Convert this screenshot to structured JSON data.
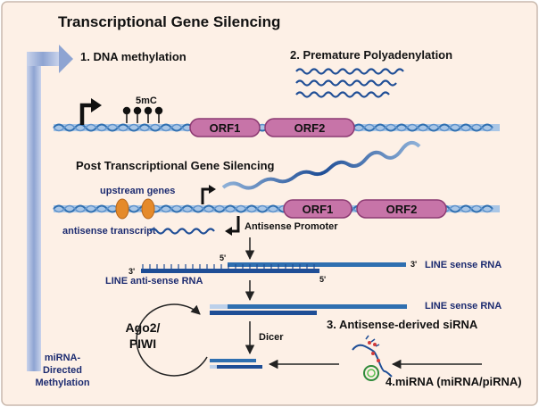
{
  "title": "Transcriptional Gene Silencing",
  "step1": "1. DNA methylation",
  "mark_5mc": "5mC",
  "step2": "2. Premature Polyadenylation",
  "orf1": "ORF1",
  "orf2": "ORF2",
  "ptgs_title": "Post Transcriptional Gene Silencing",
  "upstream_genes": "upstream genes",
  "antisense_transcript": "antisense transcript",
  "antisense_promoter": "Antisense Promoter",
  "five_prime": "5'",
  "three_prime": "3'",
  "line_sense_rna": "LINE sense RNA",
  "line_antisense_rna": "LINE anti-sense RNA",
  "ago2": "Ago2/",
  "piwi": "PIWI",
  "dicer": "Dicer",
  "step3": "3. Antisense-derived siRNA",
  "step4": "4.miRNA (miRNA/piRNA)",
  "mirna_label_1": "miRNA-",
  "mirna_label_2": "Directed",
  "mirna_label_3": "Methylation",
  "colors": {
    "panel": "#fdf0e6",
    "arrow_blue": "#9aaed6",
    "dna_blue": "#2f6fb0",
    "orf_fill": "#c774a8",
    "orf_stroke": "#8c3a72",
    "protein_orange": "#e58a2a",
    "rna_dark": "#1f4e96",
    "text": "#111111",
    "navy_text": "#1c2b70"
  }
}
